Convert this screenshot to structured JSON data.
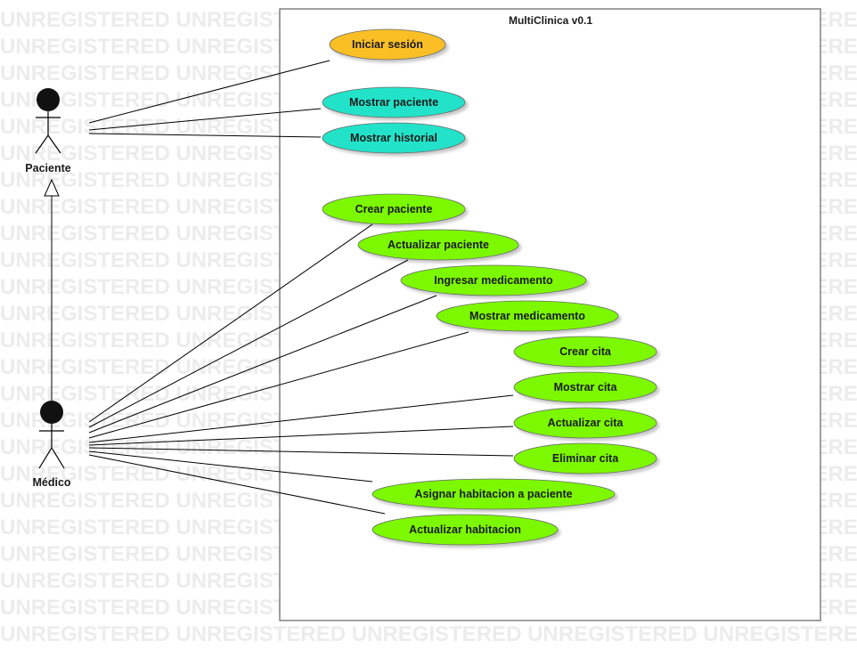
{
  "watermark": "UNREGISTERED UNREGISTERED UNREGISTERED UNREGISTERED UNREGISTERED",
  "system": {
    "title": "MultiClinica v0.1"
  },
  "colors": {
    "orange": "#fbbf26",
    "cyan": "#22e3c9",
    "green": "#7cf900",
    "border": "#808080",
    "line": "#000000"
  },
  "actors": [
    {
      "id": "paciente",
      "label": "Paciente"
    },
    {
      "id": "medico",
      "label": "Médico"
    }
  ],
  "use_cases": [
    {
      "id": "iniciar-sesion",
      "label": "Iniciar sesión",
      "color": "orange",
      "actor": "paciente"
    },
    {
      "id": "mostrar-paciente",
      "label": "Mostrar paciente",
      "color": "cyan",
      "actor": "paciente"
    },
    {
      "id": "mostrar-historial",
      "label": "Mostrar historial",
      "color": "cyan",
      "actor": "paciente"
    },
    {
      "id": "crear-paciente",
      "label": "Crear paciente",
      "color": "green",
      "actor": "medico"
    },
    {
      "id": "actualizar-paciente",
      "label": "Actualizar paciente",
      "color": "green",
      "actor": "medico"
    },
    {
      "id": "ingresar-medicamento",
      "label": "Ingresar medicamento",
      "color": "green",
      "actor": "medico"
    },
    {
      "id": "mostrar-medicamento",
      "label": "Mostrar medicamento",
      "color": "green",
      "actor": "medico"
    },
    {
      "id": "crear-cita",
      "label": "Crear cita",
      "color": "green",
      "actor": null
    },
    {
      "id": "mostrar-cita",
      "label": "Mostrar cita",
      "color": "green",
      "actor": "medico"
    },
    {
      "id": "actualizar-cita",
      "label": "Actualizar cita",
      "color": "green",
      "actor": "medico"
    },
    {
      "id": "eliminar-cita",
      "label": "Eliminar cita",
      "color": "green",
      "actor": "medico"
    },
    {
      "id": "asignar-habitacion",
      "label": "Asignar habitacion a paciente",
      "color": "green",
      "actor": "medico"
    },
    {
      "id": "actualizar-habitacion",
      "label": "Actualizar habitacion",
      "color": "green",
      "actor": "medico"
    }
  ],
  "generalization": {
    "from": "medico",
    "to": "paciente"
  }
}
